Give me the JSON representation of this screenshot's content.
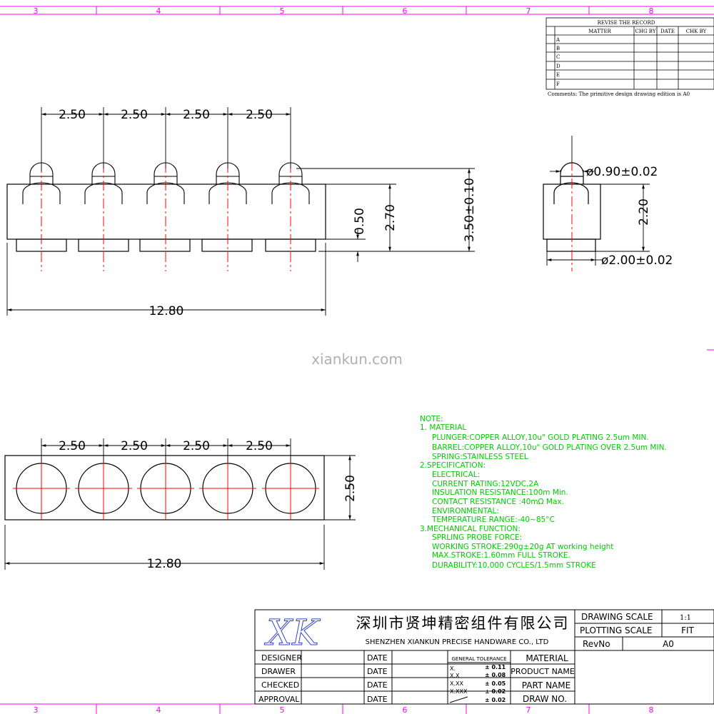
{
  "frame": {
    "zones_top": [
      "3",
      "4",
      "5",
      "6",
      "7",
      "8"
    ],
    "zones_bottom": [
      "3",
      "4",
      "5",
      "6",
      "7",
      "8"
    ]
  },
  "revision_table": {
    "title": "REVISE THE RECORD",
    "headers": [
      "MATTER",
      "CHG BY",
      "DATE",
      "CHK BY"
    ],
    "rows": [
      "A",
      "B",
      "C",
      "D",
      "E",
      "F"
    ],
    "comments": "Comments: The primitive design drawing edition is A0"
  },
  "front_view": {
    "pitch_labels": [
      "2.50",
      "2.50",
      "2.50",
      "2.50"
    ],
    "width_label": "12.80",
    "dim_050": "0.50",
    "dim_270": "2.70",
    "dim_350": "3.50±0.10"
  },
  "side_view": {
    "plunger_dia": "ø0.90±0.02",
    "height": "2.20",
    "barrel_dia": "ø2.00±0.02"
  },
  "top_view": {
    "pitch_labels": [
      "2.50",
      "2.50",
      "2.50",
      "2.50"
    ],
    "width_label": "12.80",
    "depth_label": "2.50"
  },
  "watermark": "xiankun.com",
  "notes": {
    "color": "#00cc00",
    "lines": [
      "NOTE:",
      "1. MATERIAL",
      "PLUNGER:COPPER ALLOY,10u\" GOLD PLATING 2.5um MIN.",
      "BARREL:COPPER ALLOY,10u\" GOLD PLATING OVER 2.5um MIN.",
      "SPRING:STAINLESS STEEL",
      "2.SPECIFICATION:",
      "ELECTRICAL:",
      "CURRENT RATING:12VDC,2A",
      "INSULATION RESISTANCE:100m Min.",
      "CONTACT RESISTANCE :40mΩ Max.",
      "ENVIRONMENTAL:",
      "TEMPERATURE RANGE:-40~85°C",
      "3.MECHANICAL FUNCTION:",
      "SPRLING PROBE FORCE:",
      "WORKING STROKE:290g±20g AT working height",
      "MAX.STROKE:1.60mm FULL STROKE.",
      "DURABILITY:10,000 CYCLES/1.5mm STROKE"
    ]
  },
  "title_block": {
    "logo": "XK",
    "company_cn": "深圳市贤坤精密组件有限公司",
    "company_en": "SHENZHEN XIANKUN PRECISE HANDWARE CO., LTD",
    "drawing_scale_label": "DRAWING SCALE",
    "drawing_scale_value": "1:1",
    "plotting_scale_label": "PLOTTING SCALE",
    "plotting_scale_value": "FIT",
    "revno_label": "RevNo",
    "revno_value": "A0",
    "roles": [
      "DESIGNER",
      "DRAWER",
      "CHECKED",
      "APPROVAL"
    ],
    "date_label": "DATE",
    "general_tolerance": "GENERAL TOLERANCE",
    "tolerances": [
      {
        "fmt": "X.",
        "val": "± 0.11"
      },
      {
        "fmt": "X.X",
        "val": "± 0.08"
      },
      {
        "fmt": "X.XX",
        "val": "± 0.05"
      },
      {
        "fmt": "X.XXX",
        "val": "± 0.02"
      },
      {
        "fmt": "",
        "val": "± 0.02"
      }
    ],
    "fields": [
      "MATERIAL",
      "PRODUCT NAME",
      "PART NAME",
      "DRAW NO."
    ]
  }
}
